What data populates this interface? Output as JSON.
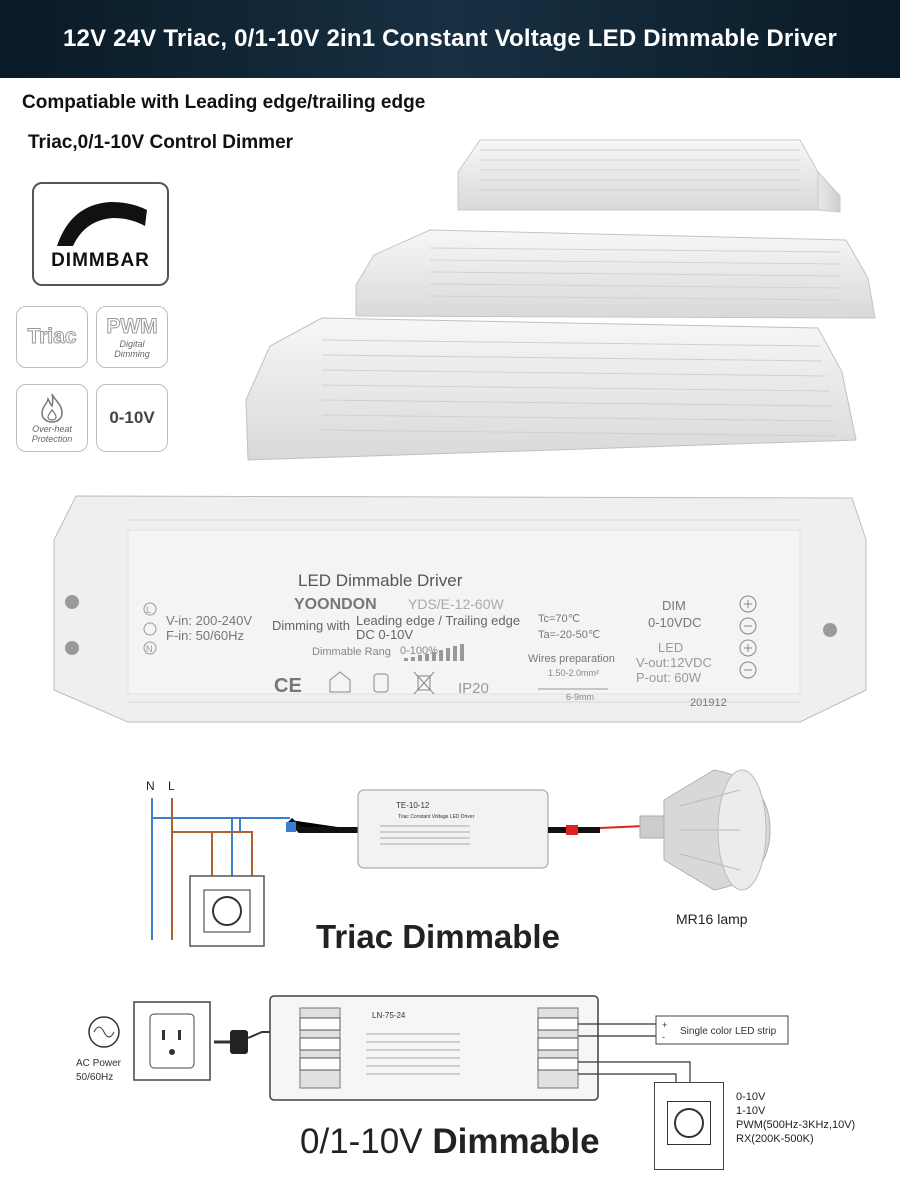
{
  "header": {
    "title": "12V 24V Triac, 0/1-10V 2in1 Constant Voltage LED Dimmable Driver"
  },
  "subtitles": {
    "line1": "Compatiable with Leading edge/trailing edge",
    "line2": "Triac,0/1-10V Control Dimmer"
  },
  "badges": {
    "dimmbar": "DIMMBAR",
    "triac": "Triac",
    "pwm": "PWM",
    "pwm_sub1": "Digital",
    "pwm_sub2": "Dimming",
    "overheat_1": "Over-heat",
    "overheat_2": "Protection",
    "zero_ten": "0-10V"
  },
  "driver_label": {
    "title": "LED  Dimmable  Driver",
    "brand": "YOONDON",
    "model": "YDS/E-12-60W",
    "vin": "V-in: 200-240V",
    "fin": "F-in:  50/60Hz",
    "dimming_with": "Dimming with",
    "edge": "Leading edge / Trailing edge",
    "dc": "DC 0-10V",
    "dimmable_rang": "Dimmable Rang",
    "range_pct": "0-100%",
    "tc": "Tc=70℃",
    "ta": "Ta=-20-50℃",
    "wires": "Wires preparation",
    "wire_size": "1.50-2.0mm²",
    "strip_len": "6-9mm",
    "dim": "DIM",
    "dim_v": "0-10VDC",
    "led": "LED",
    "vout": "V-out:12VDC",
    "pout": "P-out: 60W",
    "date": "201912",
    "ip": "IP20",
    "ce": "CE",
    "term_l": "L",
    "term_n": "N"
  },
  "triac_diagram": {
    "n": "N",
    "l": "L",
    "lamp": "MR16 lamp",
    "label": "Triac Dimmable",
    "small_model": "TE-10-12",
    "small_title": "Triac Constant Voltage LED Driver"
  },
  "dim010_diagram": {
    "ac_power": "AC Power",
    "ac_freq": "50/60Hz",
    "model": "LN-75-24",
    "strip": "Single color LED strip",
    "opt1": "0-10V",
    "opt2": "1-10V",
    "opt3": "PWM(500Hz-3KHz,10V)",
    "opt4": "RX(200K-500K)",
    "label_num": "0/1-10V",
    "label_word": " Dimmable"
  },
  "colors": {
    "banner": "#0f2433",
    "wire_blue": "#3a7fd0",
    "wire_brown": "#b0622e",
    "housing": "#ececec"
  }
}
